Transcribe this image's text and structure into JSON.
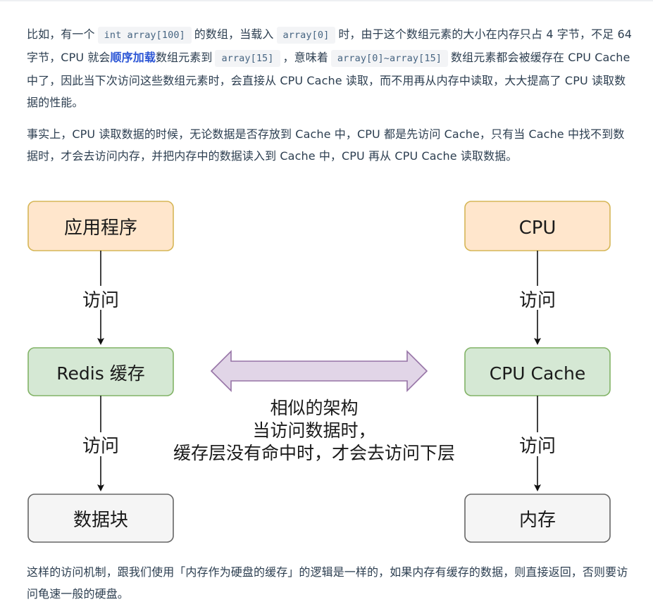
{
  "para1": {
    "t1": "比如，有一个",
    "c1": "int array[100]",
    "t2": "的数组，当载入",
    "c2": "array[0]",
    "t3": "时，由于这个数组元素的大小在内存只占 4 字节，不足 64 字节，CPU 就会",
    "bold": "顺序加载",
    "t4": "数组元素到",
    "c3": "array[15]",
    "t5": "，意味着",
    "c4": "array[0]~array[15]",
    "t6": "数组元素都会被缓存在 CPU Cache 中了，因此当下次访问这些数组元素时，会直接从 CPU Cache 读取，而不用再从内存中读取，大大提高了 CPU 读取数据的性能。"
  },
  "para2": "事实上，CPU 读取数据的时候，无论数据是否存放到 Cache 中，CPU 都是先访问 Cache，只有当 Cache 中找不到数据时，才会去访问内存，并把内存中的数据读入到 Cache 中，CPU 再从 CPU Cache 读取数据。",
  "para3": "这样的访问机制，跟我们使用「内存作为硬盘的缓存」的逻辑是一样的，如果内存有缓存的数据，则直接返回，否则要访问龟速一般的硬盘。",
  "diagram": {
    "left": {
      "top": "应用程序",
      "middle": "Redis 缓存",
      "bottom": "数据块",
      "edge1": "访问",
      "edge2": "访问"
    },
    "right": {
      "top": "CPU",
      "middle": "CPU Cache",
      "bottom": "内存",
      "edge1": "访问",
      "edge2": "访问"
    },
    "caption": {
      "line1": "相似的架构",
      "line2": "当访问数据时，",
      "line3": "缓存层没有命中时，才会去访问下层"
    },
    "colors": {
      "orange_fill": "#ffe6cc",
      "orange_stroke": "#d6b656",
      "green_fill": "#d5e8d4",
      "green_stroke": "#82b366",
      "gray_fill": "#f5f5f5",
      "gray_stroke": "#666666",
      "arrow_fill": "#e1d5e7",
      "arrow_stroke": "#9673a6"
    }
  }
}
